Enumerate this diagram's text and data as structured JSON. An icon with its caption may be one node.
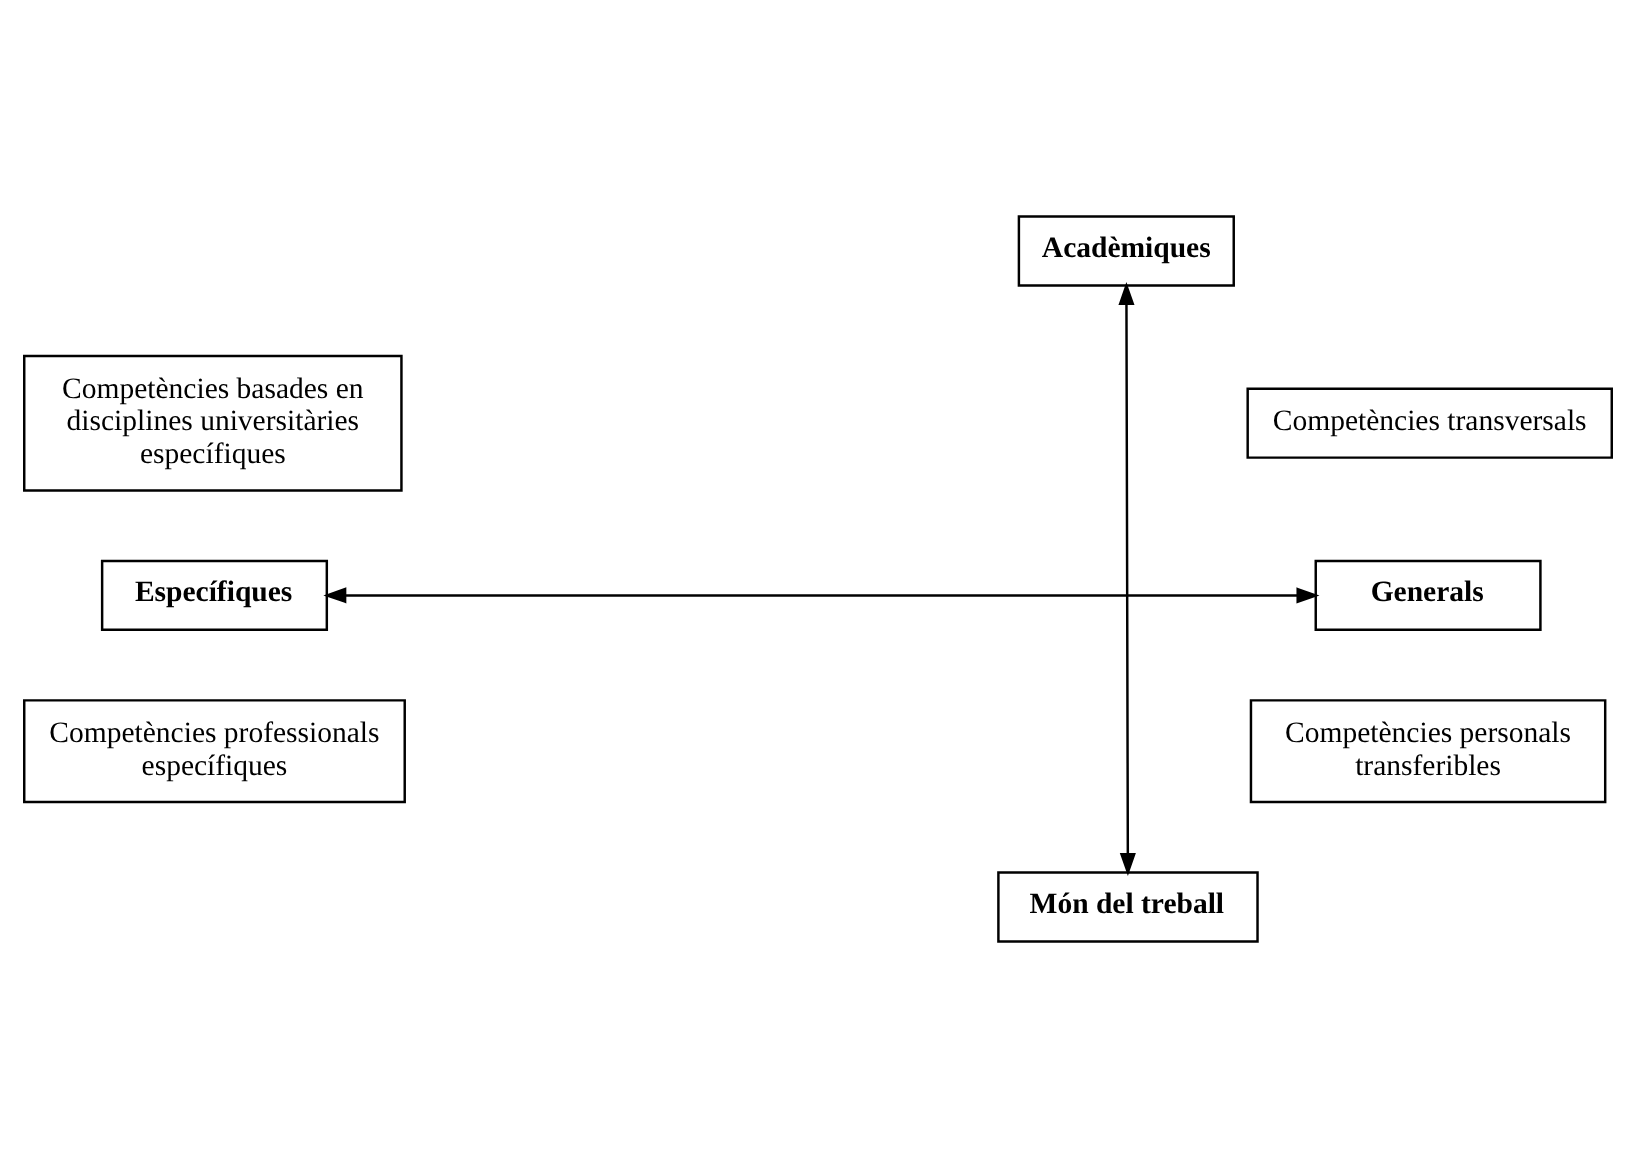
{
  "diagram": {
    "nodes": [
      {
        "text": [
          "Acadèmiques"
        ]
      },
      {
        "text": [
          "Competències basades en disciplines universitàries específiques"
        ]
      },
      {
        "text": [
          "Competències transversals"
        ]
      },
      {
        "text": [
          "Específiques"
        ]
      },
      {
        "text": [
          "Generals"
        ]
      },
      {
        "text": [
          "Competències professionals específiques"
        ]
      },
      {
        "text": [
          "Competències personals transferibles"
        ]
      },
      {
        "text": [
          "Món del treball"
        ]
      }
    ],
    "edges": [
      {
        "from": 0,
        "to": 7,
        "arrow": "both"
      },
      {
        "from": 3,
        "to": 4,
        "arrow": "both"
      }
    ]
  }
}
